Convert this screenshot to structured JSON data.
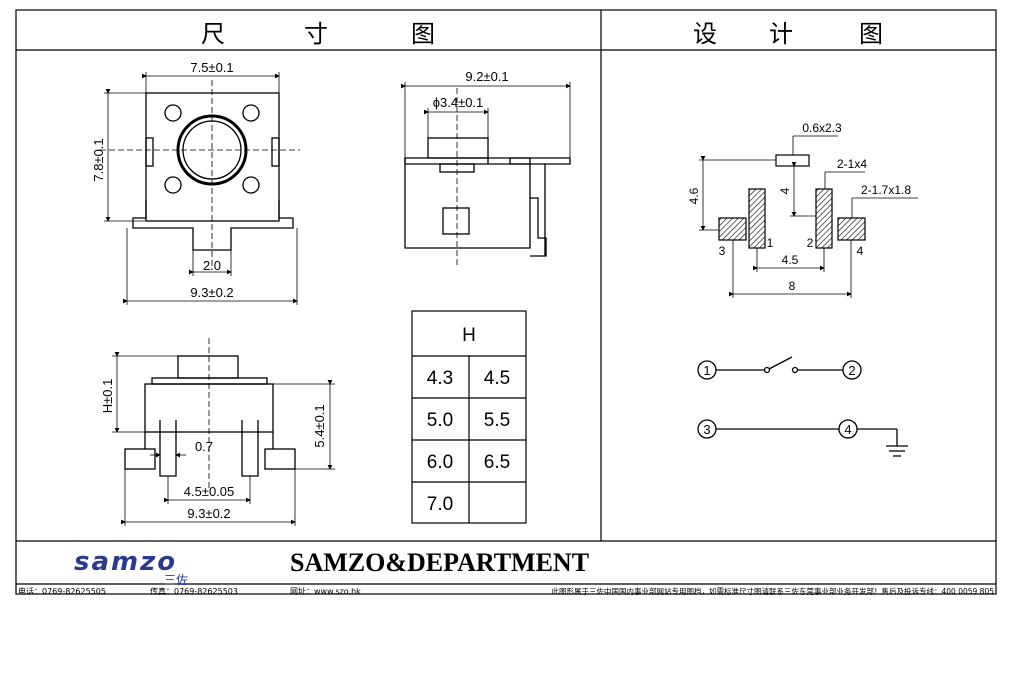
{
  "headers": {
    "left": [
      "尺",
      "寸",
      "图"
    ],
    "right": [
      "设",
      "计",
      "图"
    ]
  },
  "top_view": {
    "width_top": "7.5±0.1",
    "height": "7.8±0.1",
    "pin_gap": "2.0",
    "width_bottom": "9.3±0.2"
  },
  "side_view": {
    "width": "9.2±0.1",
    "diameter": "ϕ3.4±0.1"
  },
  "front_view": {
    "height": "H±0.1",
    "body_height": "5.4±0.1",
    "pin_width": "0.7",
    "pin_pitch": "4.5±0.05",
    "width": "9.3±0.2"
  },
  "h_table": {
    "header": "H",
    "rows": [
      [
        "4.3",
        "4.5"
      ],
      [
        "5.0",
        "5.5"
      ],
      [
        "6.0",
        "6.5"
      ],
      [
        "7.0",
        ""
      ]
    ]
  },
  "pcb_layout": {
    "slot": "0.6x2.3",
    "pad_mid": "2-1x4",
    "pad_side": "2-1.7x1.8",
    "offset_4_6": "4.6",
    "offset_4": "4",
    "pitch_4_5": "4.5",
    "span_8": "8",
    "pin_labels": [
      "3",
      "1",
      "2",
      "4"
    ]
  },
  "circuit": {
    "nodes": [
      "1",
      "2",
      "3",
      "4"
    ]
  },
  "brand": {
    "logo_text": "samzo",
    "logo_cn": "三佐",
    "name": "SAMZO&DEPARTMENT"
  },
  "footer": {
    "phone": "电话：0769-82625505",
    "fax": "传真：0769-82625503",
    "web": "网址：www.szo.hk",
    "notice": "此图形属于三佐中国国内事业部网站专用图档，如需标准尺寸图请联系三佐东莞事业部业务开发部！售后及投诉专线：400 0059 805"
  }
}
